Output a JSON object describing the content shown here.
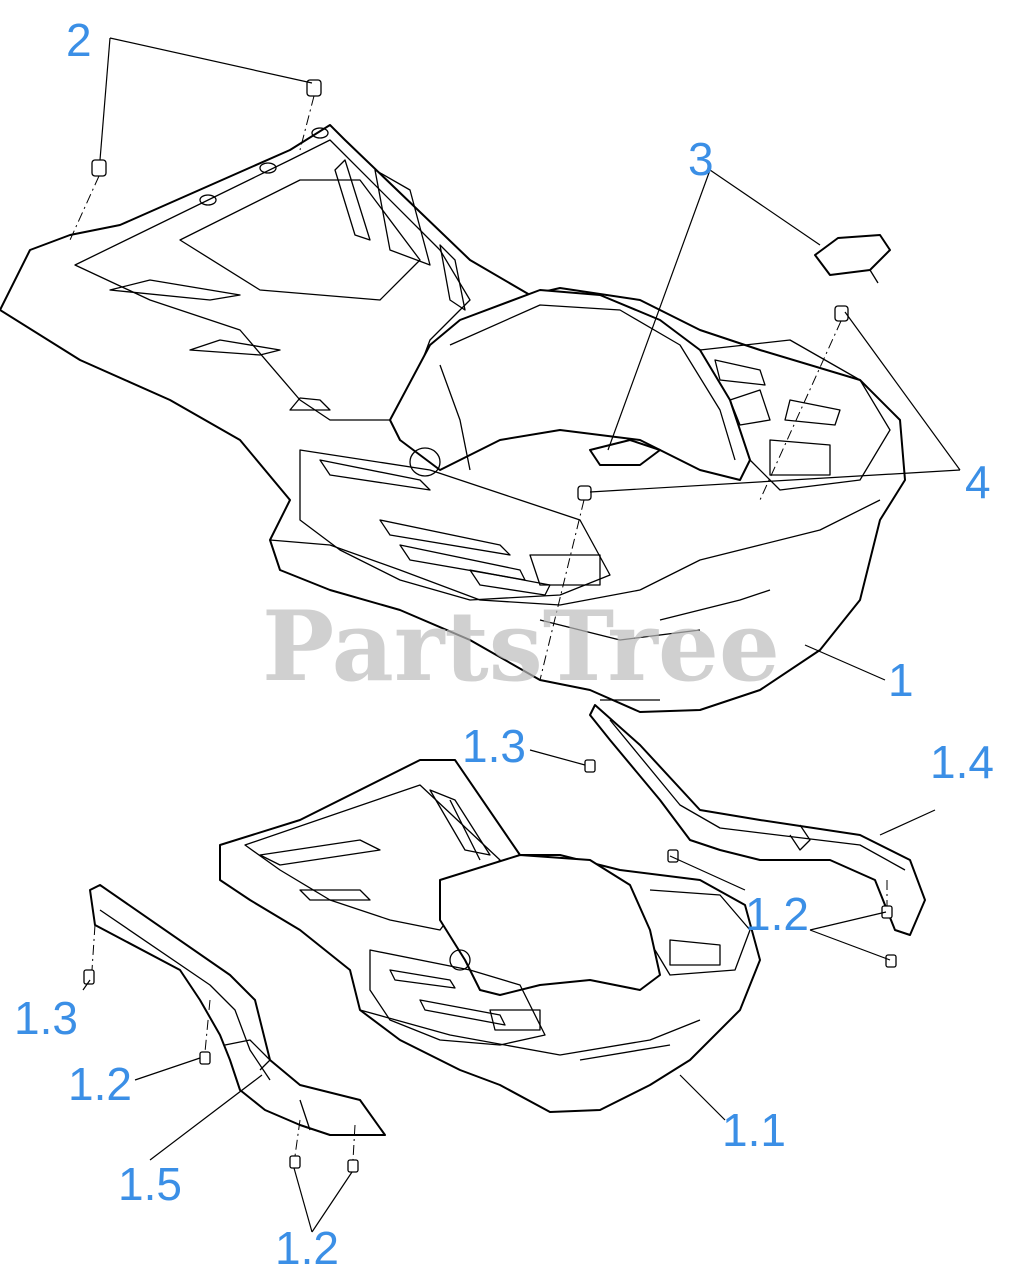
{
  "watermark": "PartsTree",
  "callouts": {
    "c2": "2",
    "c3": "3",
    "c4": "4",
    "c1": "1",
    "c1_3_top": "1.3",
    "c1_4": "1.4",
    "c1_2_right": "1.2",
    "c1_3_left": "1.3",
    "c1_2_left": "1.2",
    "c1_1": "1.1",
    "c1_5": "1.5",
    "c1_2_bottom": "1.2"
  },
  "colors": {
    "callout": "#3b8fe6",
    "line": "#000000",
    "watermark": "#bdbdbd"
  }
}
